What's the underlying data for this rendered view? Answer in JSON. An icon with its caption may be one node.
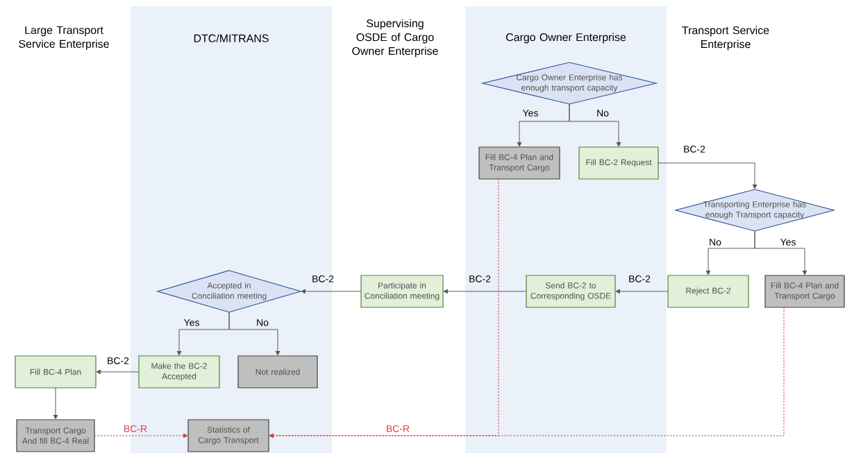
{
  "diagram": {
    "nodes": [
      {
        "text": [
          "DTC/MITRANS"
        ]
      },
      {
        "text": [
          "Cargo Owner Enterprise"
        ]
      },
      {
        "text": [
          "Cargo Owner Enterprise has enough transport capacity"
        ],
        "in": 1
      },
      {
        "text": [
          "Fill BC-4 Plan and Transport Cargo"
        ],
        "in": 1
      },
      {
        "text": [
          "Fill BC-2 Request"
        ],
        "in": 1
      },
      {
        "text": [
          "Transporting Enterprise has enough Transport capacity"
        ]
      },
      {
        "text": [
          "Reject BC-2"
        ]
      },
      {
        "text": [
          "Fill BC-4 Plan and Transport Cargo"
        ]
      },
      {
        "text": [
          "Send BC-2 to Corresponding OSDE"
        ],
        "in": 1
      },
      {
        "text": [
          "Participate in Conciliation meeting"
        ]
      },
      {
        "text": [
          "Accepted in Conciliation meeting"
        ],
        "in": 0
      },
      {
        "text": [
          "Make the BC-2 Accepted"
        ],
        "in": 0
      },
      {
        "text": [
          "Not realized"
        ],
        "in": 0
      },
      {
        "text": [
          "Fill BC-4 Plan"
        ]
      },
      {
        "text": [
          "Transport Cargo And fill BC-4 Real"
        ]
      },
      {
        "text": [
          "Statistics of Cargo Transport"
        ],
        "in": 0
      }
    ],
    "edges": [
      {
        "from": 2,
        "to": 3,
        "arrow": "to",
        "label": "Yes"
      },
      {
        "from": 2,
        "to": 4,
        "arrow": "to",
        "label": "No"
      },
      {
        "from": 4,
        "to": 5,
        "arrow": "to",
        "label": "BC-2"
      },
      {
        "from": 5,
        "to": 6,
        "arrow": "to",
        "label": "No"
      },
      {
        "from": 5,
        "to": 7,
        "arrow": "to",
        "label": "Yes"
      },
      {
        "from": 6,
        "to": 8,
        "arrow": "to",
        "label": "BC-2"
      },
      {
        "from": 8,
        "to": 9,
        "arrow": "to",
        "label": "BC-2"
      },
      {
        "from": 9,
        "to": 10,
        "arrow": "to",
        "label": "BC-2"
      },
      {
        "from": 10,
        "to": 11,
        "arrow": "to",
        "label": "Yes"
      },
      {
        "from": 10,
        "to": 12,
        "arrow": "to",
        "label": "No"
      },
      {
        "from": 11,
        "to": 13,
        "arrow": "to",
        "label": "BC-2"
      },
      {
        "from": 13,
        "to": 14,
        "arrow": "to"
      },
      {
        "from": 14,
        "to": 15,
        "arrow": "to",
        "label": "BC-R",
        "style": "dashed",
        "color": "#e03c3c"
      },
      {
        "from": 7,
        "to": 15,
        "arrow": "to",
        "label": "BC-R",
        "style": "dashed",
        "color": "#e03c3c"
      },
      {
        "from": 3,
        "to": 15,
        "arrow": "to",
        "style": "dashed",
        "color": "#e03c3c"
      }
    ],
    "labels": [
      "Large Transport Service Enterprise",
      "Supervising OSDE of Cargo Owner Enterprise",
      "Transport Service Enterprise"
    ]
  }
}
